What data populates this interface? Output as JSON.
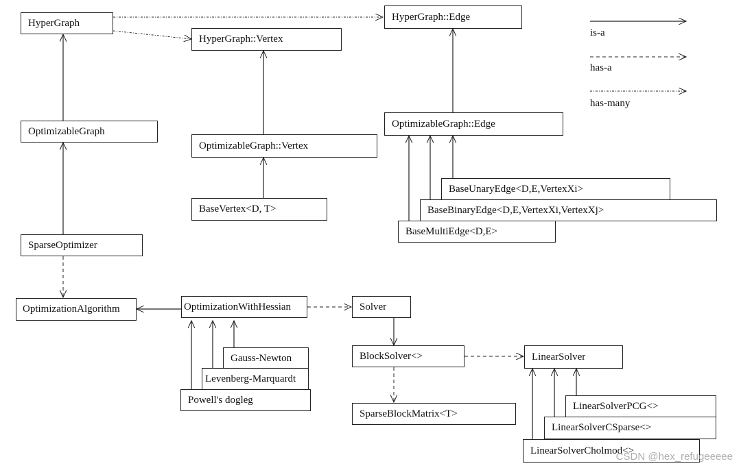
{
  "nodes": {
    "hypergraph": "HyperGraph",
    "hypergraph_vertex": "HyperGraph::Vertex",
    "hypergraph_edge": "HyperGraph::Edge",
    "optimizable_graph": "OptimizableGraph",
    "optimizable_graph_vertex": "OptimizableGraph::Vertex",
    "optimizable_graph_edge": "OptimizableGraph::Edge",
    "base_vertex": "BaseVertex<D, T>",
    "base_unary_edge": "BaseUnaryEdge<D,E,VertexXi>",
    "base_binary_edge": "BaseBinaryEdge<D,E,VertexXi,VertexXj>",
    "base_multi_edge": "BaseMultiEdge<D,E>",
    "sparse_optimizer": "SparseOptimizer",
    "optimization_algorithm": "OptimizationAlgorithm",
    "optimization_with_hessian": "OptimizationWithHessian",
    "gauss_newton": "Gauss-Newton",
    "levenberg_marquardt": "Levenberg-Marquardt",
    "powells_dogleg": "Powell's dogleg",
    "solver": "Solver",
    "block_solver": "BlockSolver<>",
    "sparse_block_matrix": "SparseBlockMatrix<T>",
    "linear_solver": "LinearSolver",
    "linear_solver_pcg": "LinearSolverPCG<>",
    "linear_solver_csparse": "LinearSolverCSparse<>",
    "linear_solver_cholmod": "LinearSolverCholmod<>"
  },
  "legend": {
    "is_a": "is-a",
    "has_a": "has-a",
    "has_many": "has-many"
  },
  "watermark": "CSDN @hex_refugeeeee"
}
